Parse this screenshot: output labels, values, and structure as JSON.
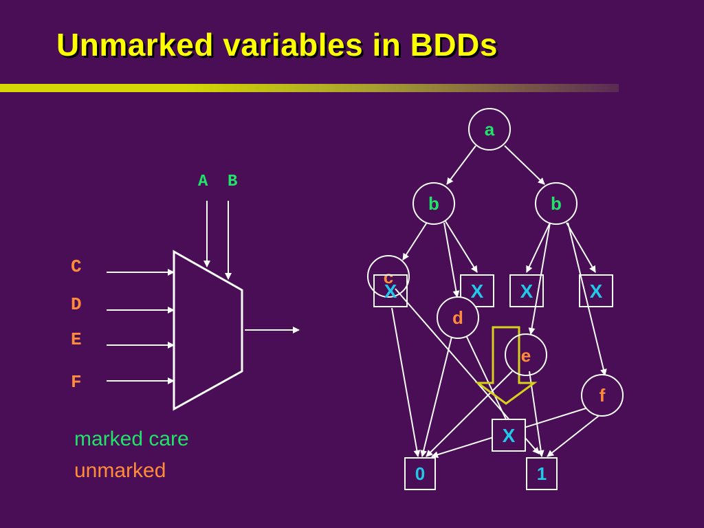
{
  "title": "Unmarked variables in BDDs",
  "colors": {
    "background": "#4a0e56",
    "title": "#ffff00",
    "marked": "#22e36a",
    "unmarked": "#ff8c3a",
    "x_marker": "#22c8e8",
    "lines": "#ffffff",
    "highlight_arrow": "#d6d21a"
  },
  "mux": {
    "select_inputs": [
      "A",
      "B"
    ],
    "data_inputs": [
      "C",
      "D",
      "E",
      "F"
    ]
  },
  "legend": {
    "marked": "marked care",
    "unmarked": "unmarked"
  },
  "bdd": {
    "nodes": {
      "a": "a",
      "b_left": "b",
      "b_right": "b",
      "c": "c",
      "d": "d",
      "e": "e",
      "f": "f"
    },
    "x_marks": [
      "X",
      "X",
      "X",
      "X",
      "X"
    ],
    "terminals": [
      "0",
      "1"
    ]
  }
}
